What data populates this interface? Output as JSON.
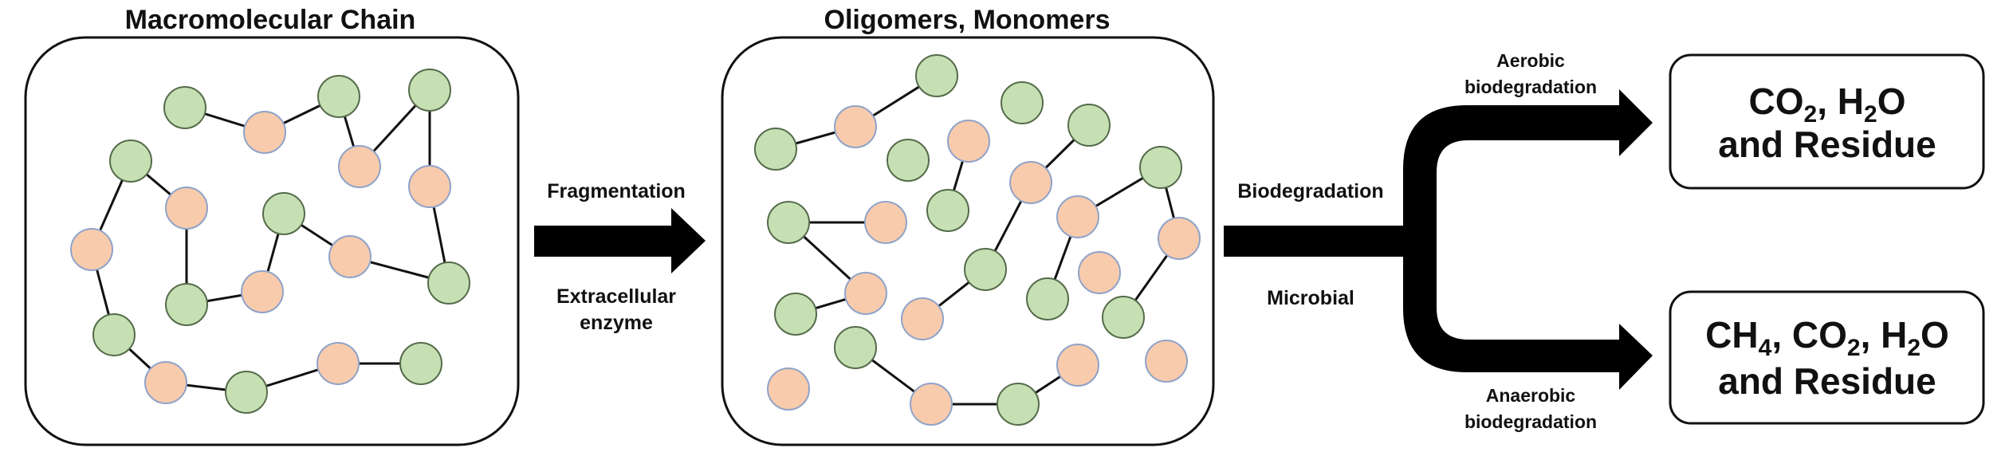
{
  "panels": {
    "macromolecular": {
      "title": "Macromolecular Chain"
    },
    "oligomers": {
      "title": "Oligomers, Monomers"
    }
  },
  "arrows": {
    "fragmentation": {
      "label_top": "Fragmentation",
      "label_bottom_1": "Extracellular",
      "label_bottom_2": "enzyme"
    },
    "biodegradation": {
      "label_top": "Biodegradation",
      "label_bottom": "Microbial"
    },
    "aerobic": {
      "label_1": "Aerobic",
      "label_2": "biodegradation"
    },
    "anaerobic": {
      "label_1": "Anaerobic",
      "label_2": "biodegradation"
    }
  },
  "products": {
    "aerobic": {
      "co": "CO",
      "sub2a": "2",
      "sep1": ", H",
      "sub2b": "2",
      "o": "O",
      "line2": "and Residue"
    },
    "anaerobic": {
      "ch": "CH",
      "sub4": "4",
      "sep1": ", CO",
      "sub2a": "2",
      "sep2": ", H",
      "sub2b": "2",
      "o": "O",
      "line2": "and Residue"
    }
  },
  "colors": {
    "green_node": "#c6e0b4",
    "orange_node": "#f8cbad",
    "arrow": "#000000"
  }
}
